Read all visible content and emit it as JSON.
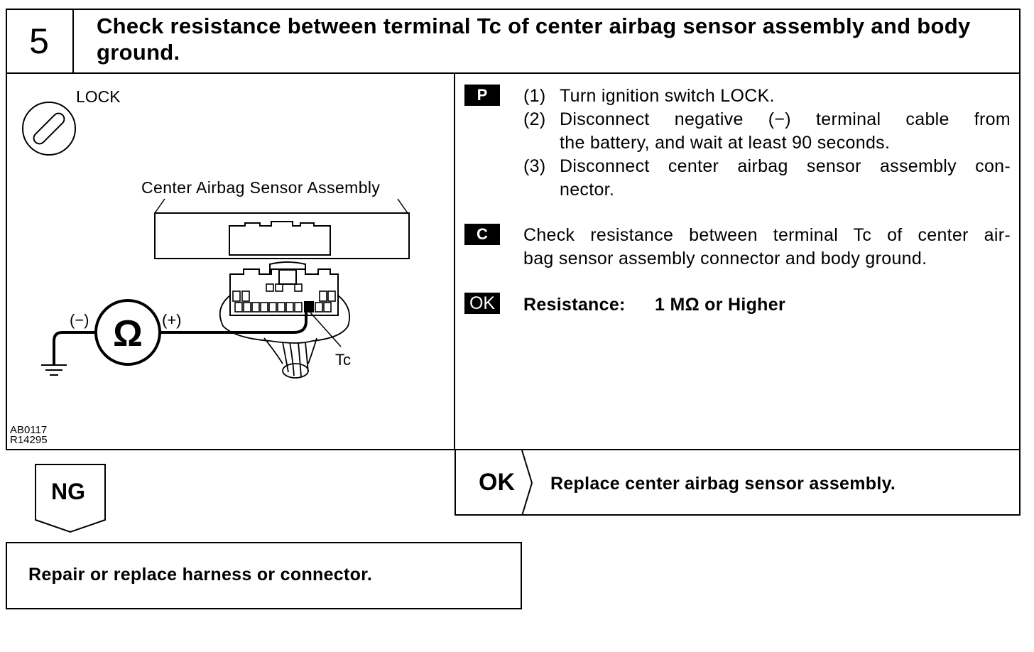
{
  "header": {
    "step_number": "5",
    "title": "Check resistance between terminal Tc of center airbag sensor assembly and body ground."
  },
  "figure": {
    "lock_label": "LOCK",
    "assembly_label": "Center Airbag Sensor Assembly",
    "minus_label": "(−)",
    "plus_label": "(+)",
    "ohm_symbol": "Ω",
    "terminal_label": "Tc",
    "figure_code_1": "AB0117",
    "figure_code_2": "R14295"
  },
  "procedure": {
    "tag": "P",
    "steps": [
      {
        "num": "(1)",
        "lines": [
          "Turn ignition switch LOCK."
        ]
      },
      {
        "num": "(2)",
        "lines": [
          "Disconnect negative (−) terminal cable from",
          "the battery, and wait at least 90 seconds."
        ]
      },
      {
        "num": "(3)",
        "lines": [
          "Disconnect center airbag sensor assembly con-",
          "nector."
        ]
      }
    ]
  },
  "check": {
    "tag": "C",
    "lines": [
      "Check resistance between terminal Tc of center air-",
      "bag sensor assembly connector and body ground."
    ]
  },
  "spec": {
    "tag": "OK",
    "label": "Resistance:",
    "value": "1 MΩ or Higher"
  },
  "results": {
    "ok_label": "OK",
    "ok_action": "Replace center airbag sensor assembly.",
    "ng_label": "NG",
    "ng_action": "Repair or replace harness or connector."
  }
}
